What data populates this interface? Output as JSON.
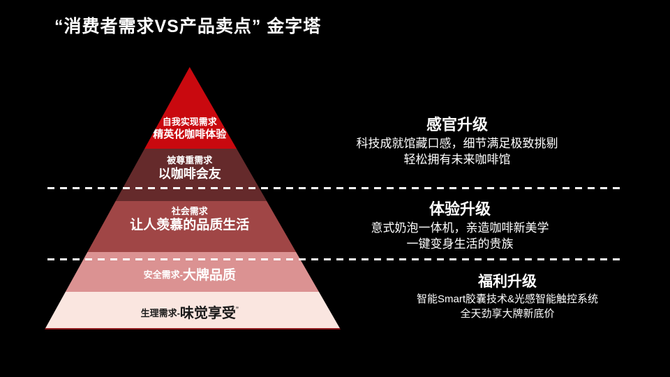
{
  "slide": {
    "title": "“消费者需求VS产品卖点”  金字塔",
    "background_color": "#000000"
  },
  "pyramid": {
    "levels": [
      {
        "need": "自我实现需求",
        "selling": "精英化咖啡体验",
        "color": "#c9090f",
        "text_color": "#ffffff"
      },
      {
        "need": "被尊重需求",
        "selling": "以咖啡会友",
        "color": "#652a2b",
        "text_color": "#ffffff"
      },
      {
        "need": "社会需求",
        "selling": "让人羡慕的品质生活",
        "color": "#a04646",
        "text_color": "#ffffff"
      },
      {
        "need": "安全需求-",
        "selling": "大牌品质",
        "color": "#db9292",
        "text_color": "#ffffff"
      },
      {
        "need": "生理需求-",
        "selling": "味觉享受",
        "selling_suffix": "”",
        "color": "#fae6e0",
        "text_color": "#1a1a1a"
      }
    ],
    "base_line_color": "#8d181c"
  },
  "dividers": {
    "color": "#ffffff",
    "style": "dashed"
  },
  "annotations": [
    {
      "title": "感官升级",
      "line1": "科技成就馆藏口感，细节满足极致挑剔",
      "line2": "轻松拥有未来咖啡馆"
    },
    {
      "title": "体验升级",
      "line1": "意式奶泡一体机，亲造咖啡新美学",
      "line2": "一键变身生活的贵族"
    },
    {
      "title": "福利升级",
      "line1": "智能Smart胶囊技术&光感智能触控系统",
      "line2": "全天劲享大牌新底价"
    }
  ]
}
